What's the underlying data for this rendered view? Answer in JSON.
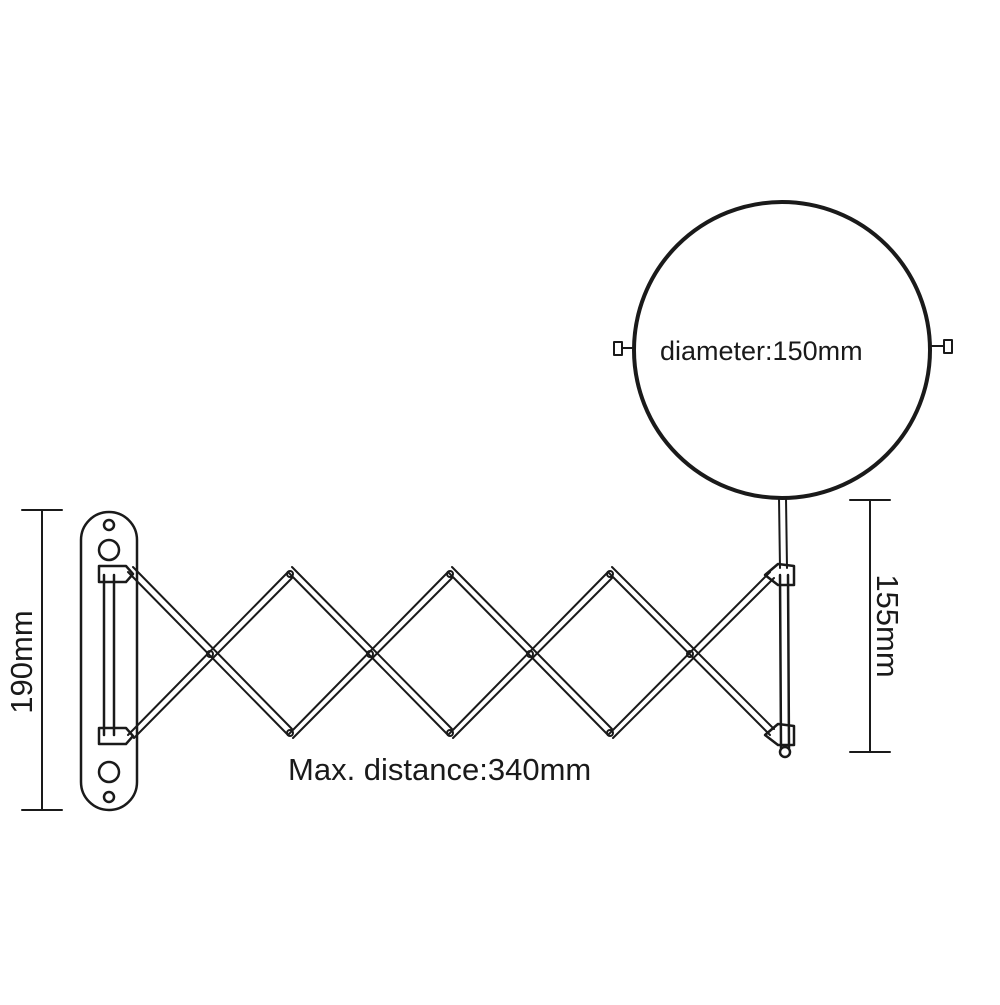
{
  "labels": {
    "diameter": "diameter:150mm",
    "max_distance": "Max. distance:340mm",
    "height_plate": "190mm",
    "height_arm": "155mm"
  }
}
